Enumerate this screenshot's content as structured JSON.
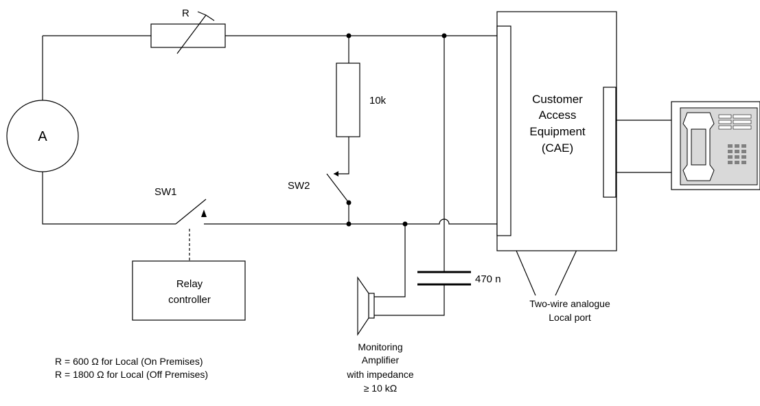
{
  "labels": {
    "resistor_r": "R",
    "ammeter": "A",
    "resistor_10k": "10k",
    "sw1": "SW1",
    "sw2": "SW2",
    "relay": [
      "Relay",
      "controller"
    ],
    "cae": [
      "Customer",
      "Access",
      "Equipment",
      "(CAE)"
    ],
    "capacitor": "470 n",
    "port": [
      "Two-wire analogue",
      "Local port"
    ],
    "amplifier": [
      "Monitoring",
      "Amplifier",
      "with impedance",
      "≥ 10 kΩ"
    ],
    "notes": [
      "R = 600 Ω for Local (On Premises)",
      "R = 1800 Ω for Local (Off Premises)"
    ]
  }
}
